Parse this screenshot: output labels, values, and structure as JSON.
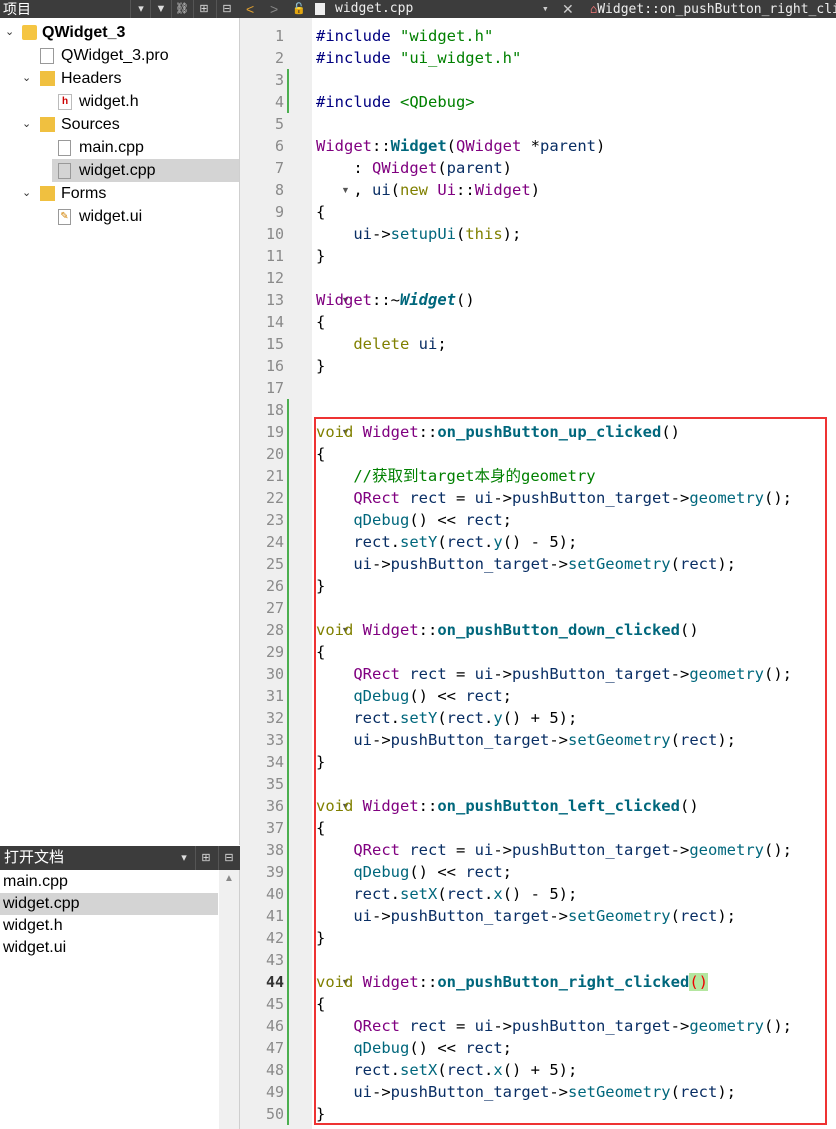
{
  "project_panel": {
    "title": "项目",
    "tree": [
      {
        "label": "QWidget_3",
        "level": 0,
        "icon": "project-icon",
        "expanded": true,
        "bold": true
      },
      {
        "label": "QWidget_3.pro",
        "level": 1,
        "icon": "pro-file-icon"
      },
      {
        "label": "Headers",
        "level": 1,
        "icon": "headers-folder-icon",
        "expanded": true
      },
      {
        "label": "widget.h",
        "level": 2,
        "icon": "header-file-icon"
      },
      {
        "label": "Sources",
        "level": 1,
        "icon": "sources-folder-icon",
        "expanded": true
      },
      {
        "label": "main.cpp",
        "level": 2,
        "icon": "cpp-file-icon"
      },
      {
        "label": "widget.cpp",
        "level": 2,
        "icon": "cpp-file-icon",
        "selected": true
      },
      {
        "label": "Forms",
        "level": 1,
        "icon": "forms-folder-icon",
        "expanded": true
      },
      {
        "label": "widget.ui",
        "level": 2,
        "icon": "ui-file-icon"
      }
    ]
  },
  "open_documents": {
    "title": "打开文档",
    "items": [
      "main.cpp",
      "widget.cpp",
      "widget.h",
      "widget.ui"
    ],
    "selected": "widget.cpp"
  },
  "editor": {
    "file_name": "widget.cpp",
    "symbol": "Widget::on_pushButton_right_clicked",
    "current_line": 44,
    "lines": [
      "#include \"widget.h\"",
      "#include \"ui_widget.h\"",
      "",
      "#include <QDebug>",
      "",
      "Widget::Widget(QWidget *parent)",
      "    : QWidget(parent)",
      "    , ui(new Ui::Widget)",
      "{",
      "    ui->setupUi(this);",
      "}",
      "",
      "Widget::~Widget()",
      "{",
      "    delete ui;",
      "}",
      "",
      "",
      "void Widget::on_pushButton_up_clicked()",
      "{",
      "    //获取到target本身的geometry",
      "    QRect rect = ui->pushButton_target->geometry();",
      "    qDebug() << rect;",
      "    rect.setY(rect.y() - 5);",
      "    ui->pushButton_target->setGeometry(rect);",
      "}",
      "",
      "void Widget::on_pushButton_down_clicked()",
      "{",
      "    QRect rect = ui->pushButton_target->geometry();",
      "    qDebug() << rect;",
      "    rect.setY(rect.y() + 5);",
      "    ui->pushButton_target->setGeometry(rect);",
      "}",
      "",
      "void Widget::on_pushButton_left_clicked()",
      "{",
      "    QRect rect = ui->pushButton_target->geometry();",
      "    qDebug() << rect;",
      "    rect.setX(rect.x() - 5);",
      "    ui->pushButton_target->setGeometry(rect);",
      "}",
      "",
      "void Widget::on_pushButton_right_clicked()",
      "{",
      "    QRect rect = ui->pushButton_target->geometry();",
      "    qDebug() << rect;",
      "    rect.setX(rect.x() + 5);",
      "    ui->pushButton_target->setGeometry(rect);",
      "}"
    ],
    "fold_lines": [
      8,
      13,
      19,
      28,
      36,
      44
    ]
  },
  "colors": {
    "highlight_box": "#e33333",
    "modified_bar": "#4caf50",
    "toolbar_bg": "#3c3c3c",
    "gutter_bg": "#efefef"
  }
}
